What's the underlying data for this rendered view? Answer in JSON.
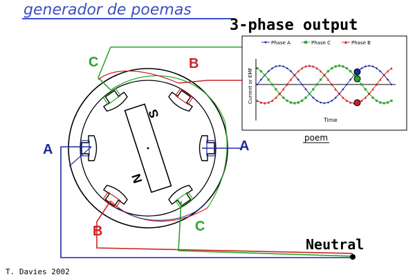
{
  "header": {
    "title": "generador de poemas"
  },
  "diagram": {
    "output_title": "3-phase output",
    "rotor_north": "N",
    "rotor_south": "S",
    "neutral_label": "Neutral",
    "credit": "T. Davies 2002",
    "caption": "poem",
    "coils": [
      {
        "label": "C",
        "color": "#2aa52a"
      },
      {
        "label": "B",
        "color": "#cc2222"
      },
      {
        "label": "A",
        "color": "#1a2aa0"
      },
      {
        "label": "A",
        "color": "#1a2aa0"
      },
      {
        "label": "B",
        "color": "#cc2222"
      },
      {
        "label": "C",
        "color": "#2aa52a"
      }
    ]
  },
  "colors": {
    "phase_a": "#1a2aa0",
    "phase_b": "#cc2222",
    "phase_c": "#2aa52a",
    "title_blue": "#3a4fc4"
  },
  "chart_data": {
    "type": "line",
    "xlabel": "Time",
    "ylabel": "Current or EMF",
    "x_points": 36,
    "grid": false,
    "legend_position": "top",
    "series": [
      {
        "name": "Phase A",
        "color": "#1a2aa0",
        "marker": "diamond",
        "phase_deg": 0
      },
      {
        "name": "Phase C",
        "color": "#2aa52a",
        "marker": "square",
        "phase_deg": 240
      },
      {
        "name": "Phase B",
        "color": "#cc2222",
        "marker": "triangle",
        "phase_deg": 120
      }
    ],
    "ylim": [
      -1,
      1
    ],
    "highlight_x": 36
  }
}
